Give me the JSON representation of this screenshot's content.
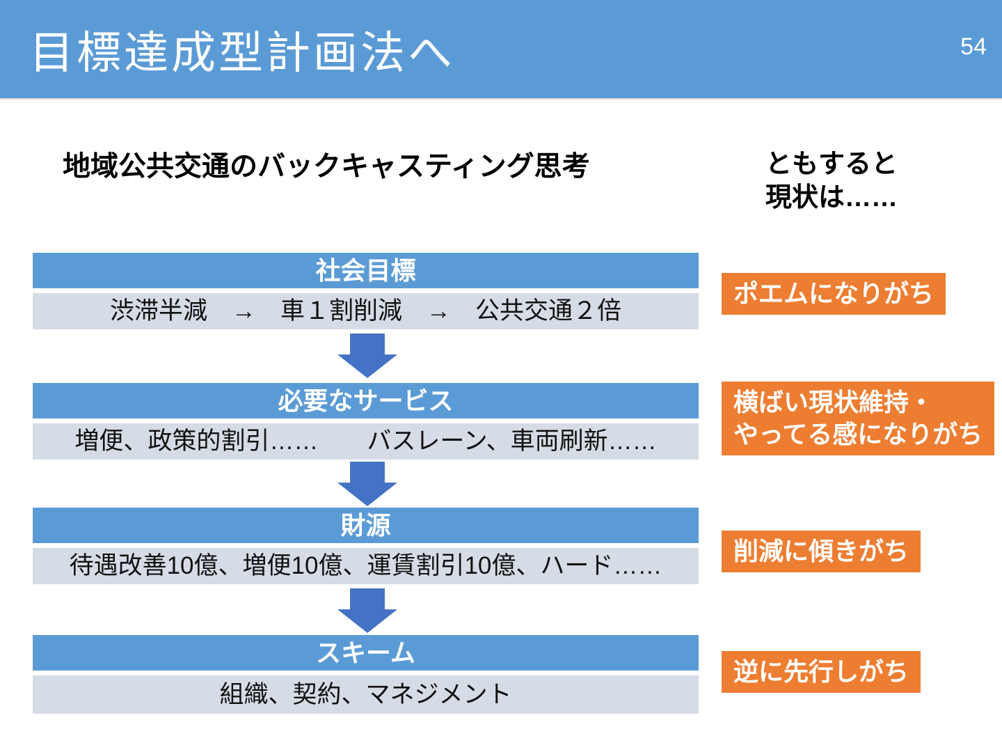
{
  "slide": {
    "title": "目標達成型計画法へ",
    "page_number": "54",
    "heading_left": "地域公共交通のバックキャスティング思考",
    "heading_right_line1": "ともすると",
    "heading_right_line2": "現状は……"
  },
  "flow": {
    "boxes": [
      {
        "header": "社会目標",
        "body": "渋滞半減　→　車１割削減　→　公共交通２倍"
      },
      {
        "header": "必要なサービス",
        "body": "増便、政策的割引……　　バスレーン、車両刷新……"
      },
      {
        "header": "財源",
        "body": "待遇改善10億、増便10億、運賃割引10億、ハード……"
      },
      {
        "header": "スキーム",
        "body": "組織、契約、マネジメント"
      }
    ]
  },
  "labels": [
    {
      "lines": [
        "ポエムになりがち"
      ]
    },
    {
      "lines": [
        "横ばい現状維持・",
        "やってる感になりがち"
      ]
    },
    {
      "lines": [
        "削減に傾きがち"
      ]
    },
    {
      "lines": [
        "逆に先行しがち"
      ]
    }
  ],
  "colors": {
    "band_blue": "#5B9BD5",
    "box_header_blue": "#5B9BD5",
    "box_body_light": "#D6DCE5",
    "arrow_blue": "#4472C4",
    "label_orange": "#ED7D31",
    "text_light": "#FFFFFF",
    "text_dark": "#000000"
  }
}
